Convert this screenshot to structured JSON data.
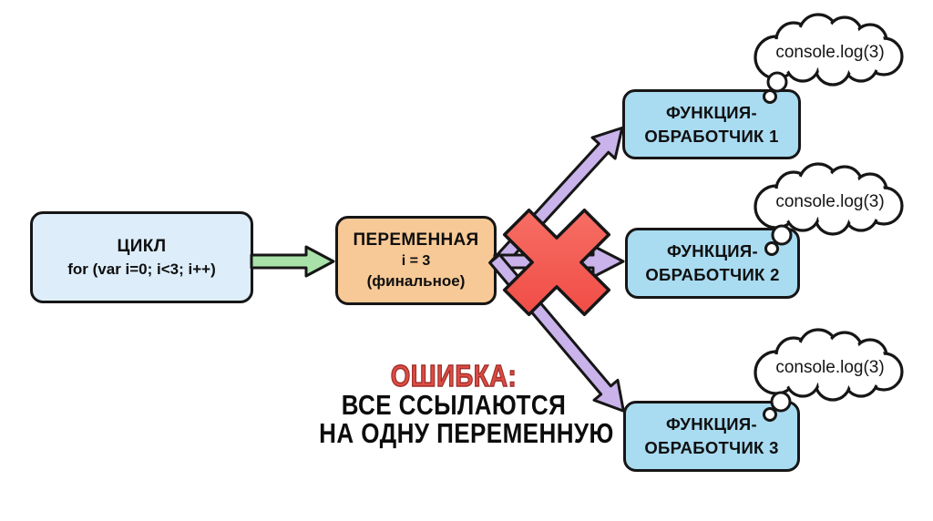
{
  "loop_box": {
    "title": "ЦИКЛ",
    "code": "for (var i=0; i<3; i++)"
  },
  "variable_box": {
    "title": "ПЕРЕМЕННАЯ",
    "value": "i = 3",
    "note": "(финальное)"
  },
  "handlers": [
    {
      "line1": "ФУНКЦИЯ-",
      "line2": "ОБРАБОТЧИК 1",
      "thought": "console.log(3)"
    },
    {
      "line1": "ФУНКЦИЯ-",
      "line2": "ОБРАБОТЧИК 2",
      "thought": "console.log(3)"
    },
    {
      "line1": "ФУНКЦИЯ-",
      "line2": "ОБРАБОТЧИК 3",
      "thought": "console.log(3)"
    }
  ],
  "error_label": {
    "heading": "ОШИБКА:",
    "line1": "ВСЕ ССЫЛАЮТСЯ",
    "line2": "НА ОДНУ ПЕРЕМЕННУЮ"
  },
  "colors": {
    "loop_box_fill": "#ddeefa",
    "variable_box_fill": "#f7c996",
    "handler_box_fill": "#a9dbf1",
    "green_arrow_fill": "#a9e2a9",
    "purple_arrow_fill": "#c9b3ea",
    "cross_red": "#f15a50",
    "error_red": "#dd4b43",
    "outline_black": "#161616"
  }
}
